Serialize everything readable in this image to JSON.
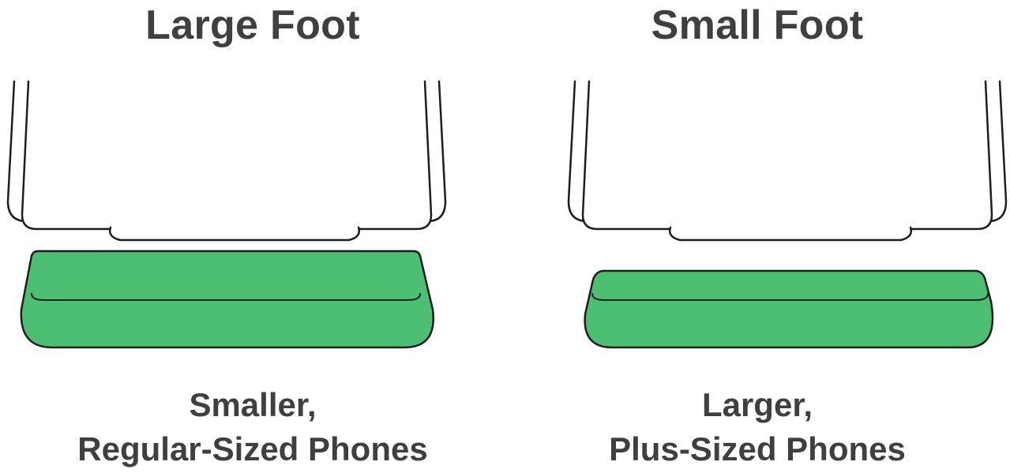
{
  "colors": {
    "foot_fill": "#4cbf73",
    "outline": "#1e1e1e",
    "text": "#3f3f3f",
    "background": "#ffffff"
  },
  "panels": [
    {
      "title": "Large Foot",
      "caption_line1": "Smaller,",
      "caption_line2": "Regular-Sized Phones"
    },
    {
      "title": "Small Foot",
      "caption_line1": "Larger,",
      "caption_line2": "Plus-Sized Phones"
    }
  ]
}
